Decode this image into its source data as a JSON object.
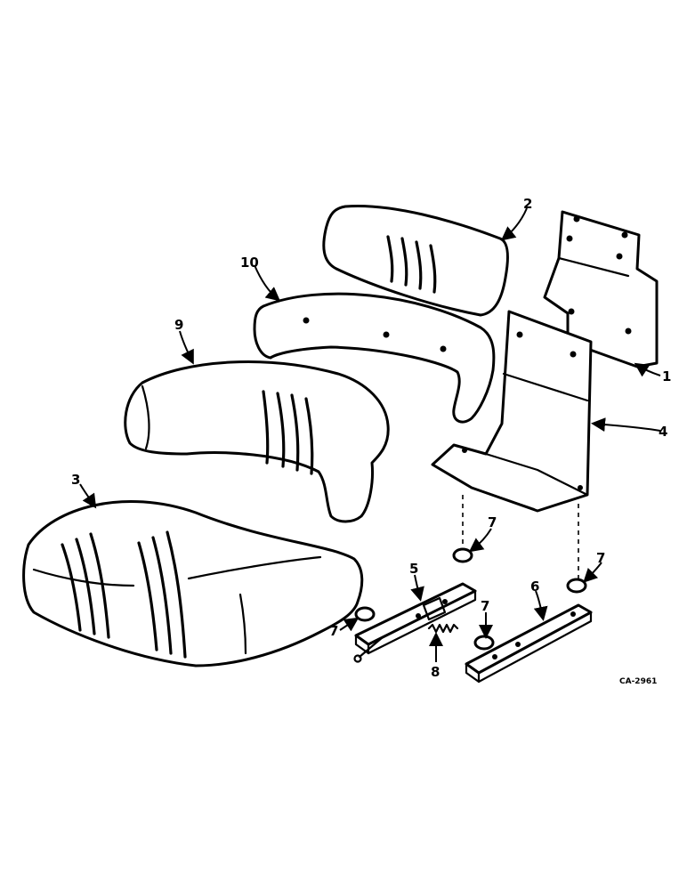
{
  "callouts": {
    "c1": "1",
    "c2": "2",
    "c3": "3",
    "c4": "4",
    "c5": "5",
    "c6": "6",
    "c7a": "7",
    "c7b": "7",
    "c7c": "7",
    "c7d": "7",
    "c8": "8",
    "c9": "9",
    "c10": "10"
  },
  "drawing_code": "CA-2961"
}
